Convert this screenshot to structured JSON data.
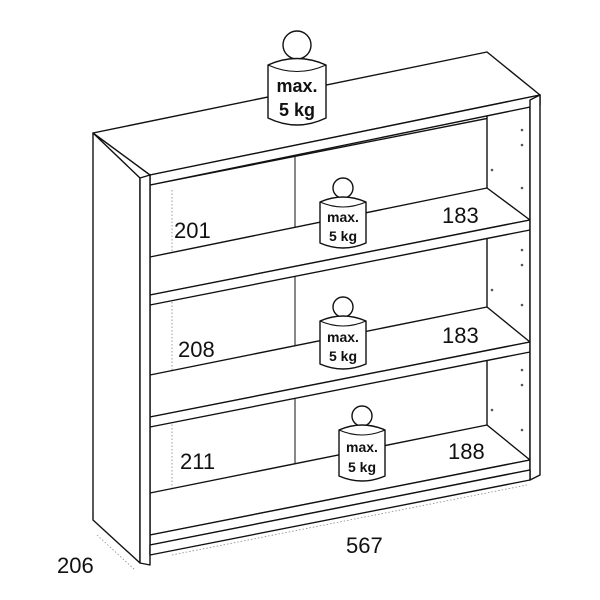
{
  "dimensions": {
    "shelf1_height": "201",
    "shelf1_depth": "183",
    "shelf2_height": "208",
    "shelf2_depth": "183",
    "shelf3_height": "211",
    "shelf3_depth": "188",
    "width": "567",
    "depth": "206"
  },
  "weights": [
    {
      "line1": "max.",
      "line2": "5 kg"
    },
    {
      "line1": "max.",
      "line2": "5 kg"
    },
    {
      "line1": "max.",
      "line2": "5 kg"
    },
    {
      "line1": "max.",
      "line2": "5 kg"
    }
  ]
}
